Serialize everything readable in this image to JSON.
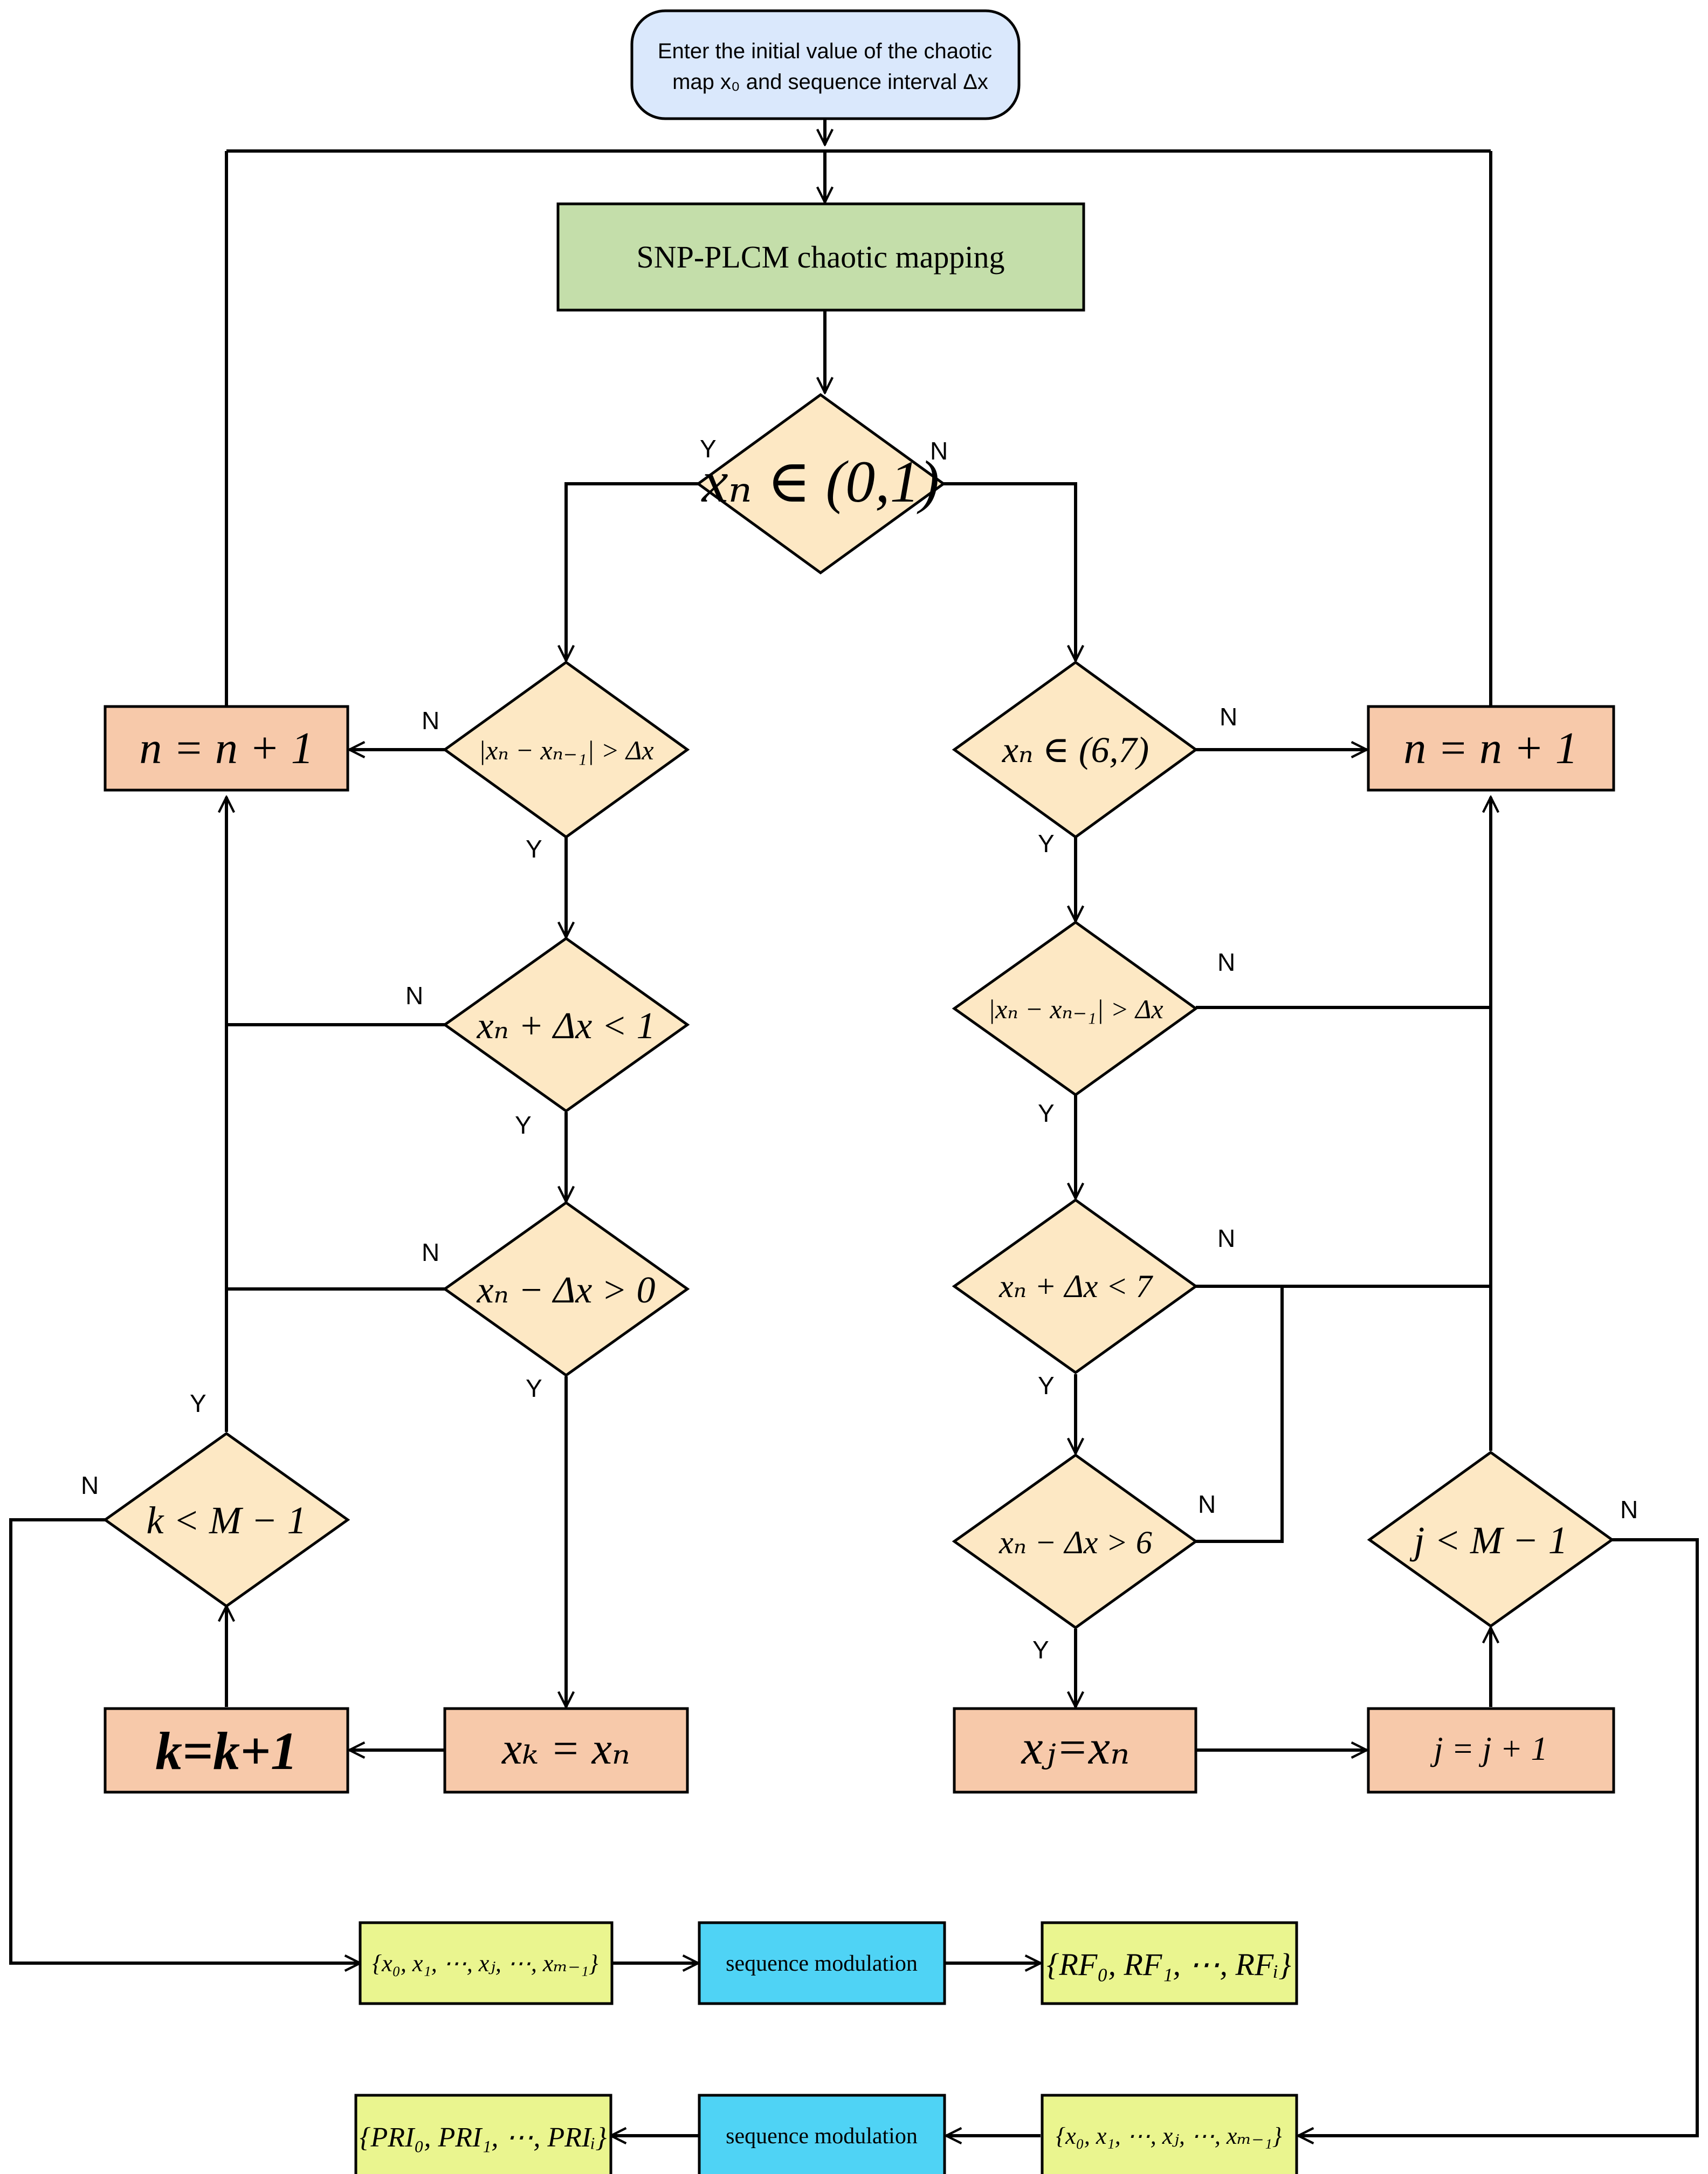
{
  "start": {
    "line1": "Enter the initial value of the chaotic",
    "line2": "map x₀ and sequence interval Δx"
  },
  "process": {
    "mapping": "SNP-PLCM chaotic mapping"
  },
  "decisions": {
    "range01": "xₙ ∈ (0,1)",
    "left_diff": "|xₙ − xₙ₋₁| > Δx",
    "left_upper": "xₙ + Δx < 1",
    "left_lower": "xₙ − Δx > 0",
    "k_check": "k < M − 1",
    "range67": "xₙ ∈ (6,7)",
    "right_diff": "|xₙ − xₙ₋₁| > Δx",
    "right_upper": "xₙ + Δx < 7",
    "right_lower": "xₙ − Δx > 6",
    "j_check": "j < M − 1"
  },
  "assignments": {
    "n_left": "n = n + 1",
    "n_right": "n = n + 1",
    "xk": "xₖ = xₙ",
    "k_inc": "k=k+1",
    "xj": "xⱼ=xₙ",
    "j_inc": "j = j + 1"
  },
  "sequences": {
    "seq_top": "{x₀, x₁, ⋯, xⱼ, ⋯, xₘ₋₁}",
    "seq_bottom": "{x₀, x₁, ⋯, xⱼ, ⋯, xₘ₋₁}",
    "mod_top": "sequence modulation",
    "mod_bottom": "sequence modulation",
    "rf": "{RF₀, RF₁, ⋯, RFᵢ}",
    "pri": "{PRI₀, PRI₁, ⋯, PRIᵢ}"
  },
  "edge_labels": {
    "yes": "Y",
    "no": "N"
  },
  "colors": {
    "start_fill": "#dae8fc",
    "process_fill": "#c4deaa",
    "decision_fill": "#fde8c4",
    "assign_fill": "#f7c9aa",
    "sequence_fill": "#eaf58f",
    "modulation_fill": "#4fd3f5"
  }
}
